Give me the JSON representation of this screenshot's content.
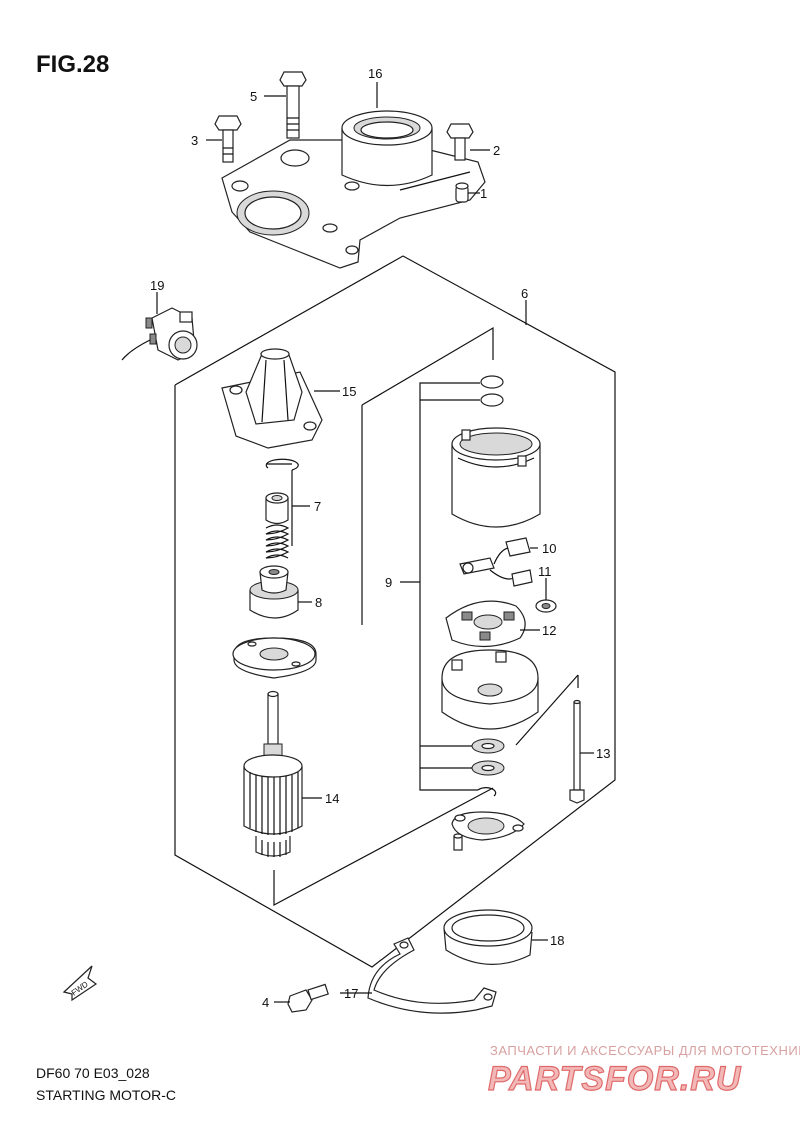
{
  "figure_title": "FIG.28",
  "model_code": "DF60 70 E03_028",
  "diagram_title": "STARTING MOTOR-C",
  "direction_arrow_label": "FWD",
  "watermark": {
    "top_text": "ЗАПЧАСТИ И АКСЕССУАРЫ ДЛЯ МОТОТЕХНИКИ",
    "brand_text": "PARTSFOR.RU"
  },
  "callouts": {
    "c1": "1",
    "c2": "2",
    "c3": "3",
    "c4": "4",
    "c5": "5",
    "c6": "6",
    "c7": "7",
    "c8": "8",
    "c9": "9",
    "c10": "10",
    "c11": "11",
    "c12": "12",
    "c13": "13",
    "c14": "14",
    "c15": "15",
    "c16": "16",
    "c17": "17",
    "c18": "18",
    "c19": "19"
  }
}
